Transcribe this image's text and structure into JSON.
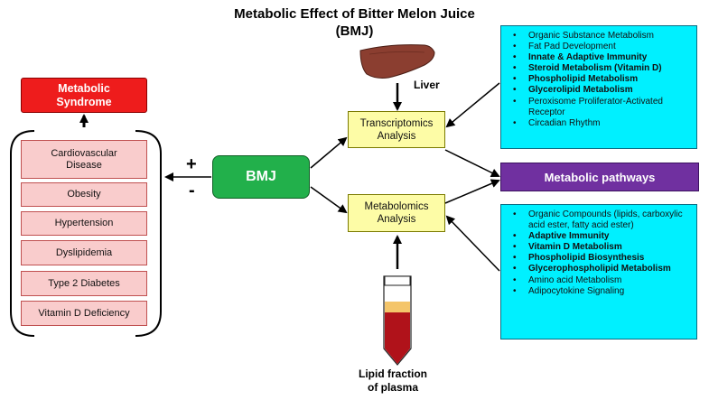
{
  "title": {
    "line1": "Metabolic Effect of Bitter Melon Juice",
    "line2": "(BMJ)"
  },
  "left": {
    "syndrome": [
      "Metabolic",
      "Syndrome"
    ],
    "conditions": [
      [
        "Cardiovascular",
        "Disease"
      ],
      [
        "Obesity"
      ],
      [
        "Hypertension"
      ],
      [
        "Dyslipidemia"
      ],
      [
        "Type 2 Diabetes"
      ],
      [
        "Vitamin D Deficiency"
      ]
    ]
  },
  "center": {
    "bmj": "BMJ",
    "plus": "+",
    "minus": "-",
    "liver_label": "Liver",
    "transcriptomics": [
      "Transcriptomics",
      "Analysis"
    ],
    "metabolomics": [
      "Metabolomics",
      "Analysis"
    ],
    "plasma_label": [
      "Lipid fraction",
      "of plasma"
    ],
    "metabolic_pathways": "Metabolic pathways"
  },
  "transcriptomics_pathways": [
    {
      "text": "Organic Substance Metabolism",
      "bold": false
    },
    {
      "text": "Fat Pad Development",
      "bold": false
    },
    {
      "text": "Innate & Adaptive Immunity",
      "bold": true
    },
    {
      "text": "Steroid Metabolism (Vitamin D)",
      "bold": true
    },
    {
      "text": "Phospholipid Metabolism",
      "bold": true
    },
    {
      "text": "Glycerolipid Metabolism",
      "bold": true
    },
    {
      "text": "Peroxisome Proliferator-Activated Receptor",
      "bold": false
    },
    {
      "text": "Circadian Rhythm",
      "bold": false
    }
  ],
  "metabolomics_pathways": [
    {
      "text": "Organic Compounds (lipids, carboxylic acid ester, fatty acid ester)",
      "bold": false
    },
    {
      "text": "Adaptive Immunity",
      "bold": true
    },
    {
      "text": "Vitamin D Metabolism",
      "bold": true
    },
    {
      "text": "Phospholipid Biosynthesis",
      "bold": true
    },
    {
      "text": "Glycerophospholipid Metabolism",
      "bold": true
    },
    {
      "text": "Amino acid Metabolism",
      "bold": false
    },
    {
      "text": "Adipocytokine Signaling",
      "bold": false
    }
  ],
  "colors": {
    "syndrome_red": "#ee1c1c",
    "condition_pink": "#f9cccc",
    "bmj_green": "#22b04b",
    "analysis_yellow": "#fdfca6",
    "pathway_purple": "#7030a0",
    "list_cyan": "#00f0ff",
    "liver_brown": "#8b3e30",
    "blood_red": "#b0121a"
  }
}
